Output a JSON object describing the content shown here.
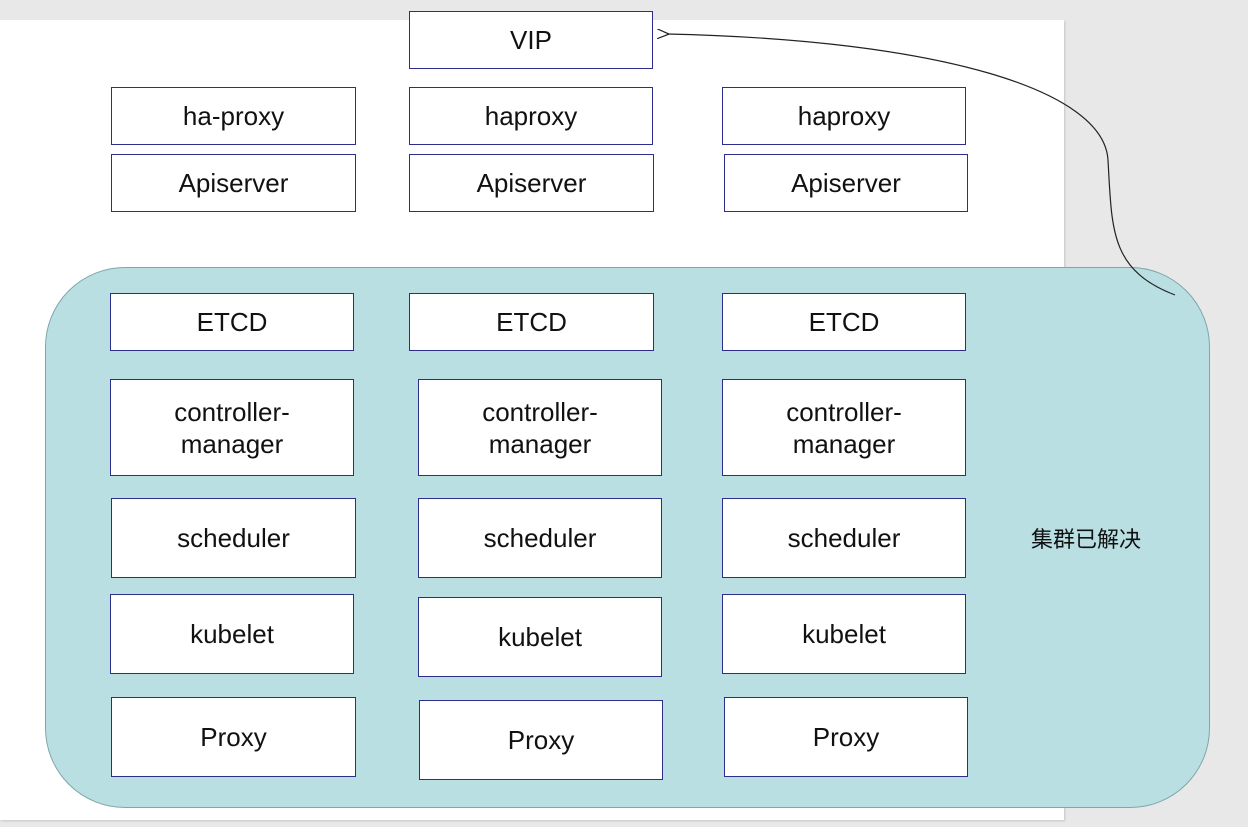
{
  "vip": {
    "label": "VIP"
  },
  "proxies": [
    {
      "label": "ha-proxy"
    },
    {
      "label": "haproxy"
    },
    {
      "label": "haproxy"
    }
  ],
  "apiservers": [
    {
      "label": "Apiserver"
    },
    {
      "label": "Apiserver"
    },
    {
      "label": "Apiserver"
    }
  ],
  "cluster": {
    "label": "集群已解决",
    "fill_color": "#b9dfe3",
    "columns": [
      {
        "etcd": "ETCD",
        "controller_manager": "controller-\nmanager",
        "scheduler": "scheduler",
        "kubelet": "kubelet",
        "proxy": "Proxy"
      },
      {
        "etcd": "ETCD",
        "controller_manager": "controller-\nmanager",
        "scheduler": "scheduler",
        "kubelet": "kubelet",
        "proxy": "Proxy"
      },
      {
        "etcd": "ETCD",
        "controller_manager": "controller-\nmanager",
        "scheduler": "scheduler",
        "kubelet": "kubelet",
        "proxy": "Proxy"
      }
    ]
  },
  "colors": {
    "box_border": "#2d2d8c",
    "page_background": "#e8e8e8"
  }
}
